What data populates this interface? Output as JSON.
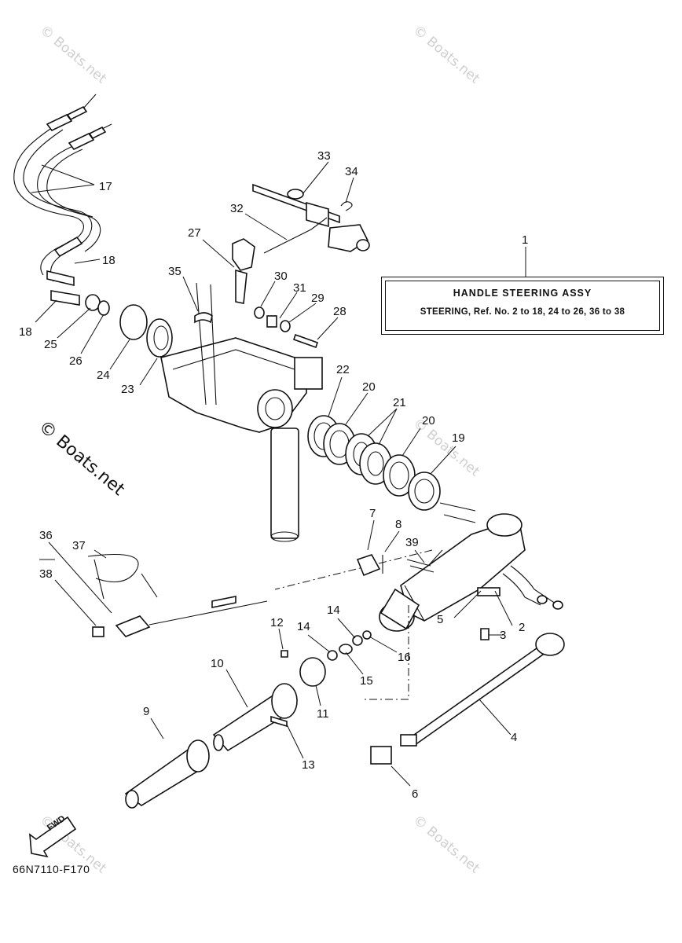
{
  "info_box": {
    "part_number": "1",
    "title": "HANDLE STEERING ASSY",
    "subtitle": "STEERING, Ref. No. 2 to 18, 24 to 26, 36 to 38"
  },
  "diagram_code": "66N7110-F170",
  "fwd_label": "FWD",
  "watermark": {
    "text": "© Boats.net",
    "copyright": "©",
    "site": "Boats.net"
  },
  "callouts": {
    "c2": "2",
    "c3": "3",
    "c4": "4",
    "c5": "5",
    "c6": "6",
    "c7": "7",
    "c8": "8",
    "c9": "9",
    "c10": "10",
    "c11": "11",
    "c12": "12",
    "c13": "13",
    "c14a": "14",
    "c14b": "14",
    "c15": "15",
    "c16": "16",
    "c17": "17",
    "c18a": "18",
    "c18b": "18",
    "c19": "19",
    "c20a": "20",
    "c20b": "20",
    "c21": "21",
    "c22": "22",
    "c23": "23",
    "c24": "24",
    "c25": "25",
    "c26": "26",
    "c27": "27",
    "c28": "28",
    "c29": "29",
    "c30": "30",
    "c31": "31",
    "c32": "32",
    "c33": "33",
    "c34": "34",
    "c35": "35",
    "c36": "36",
    "c37": "37",
    "c38": "38",
    "c39": "39"
  }
}
